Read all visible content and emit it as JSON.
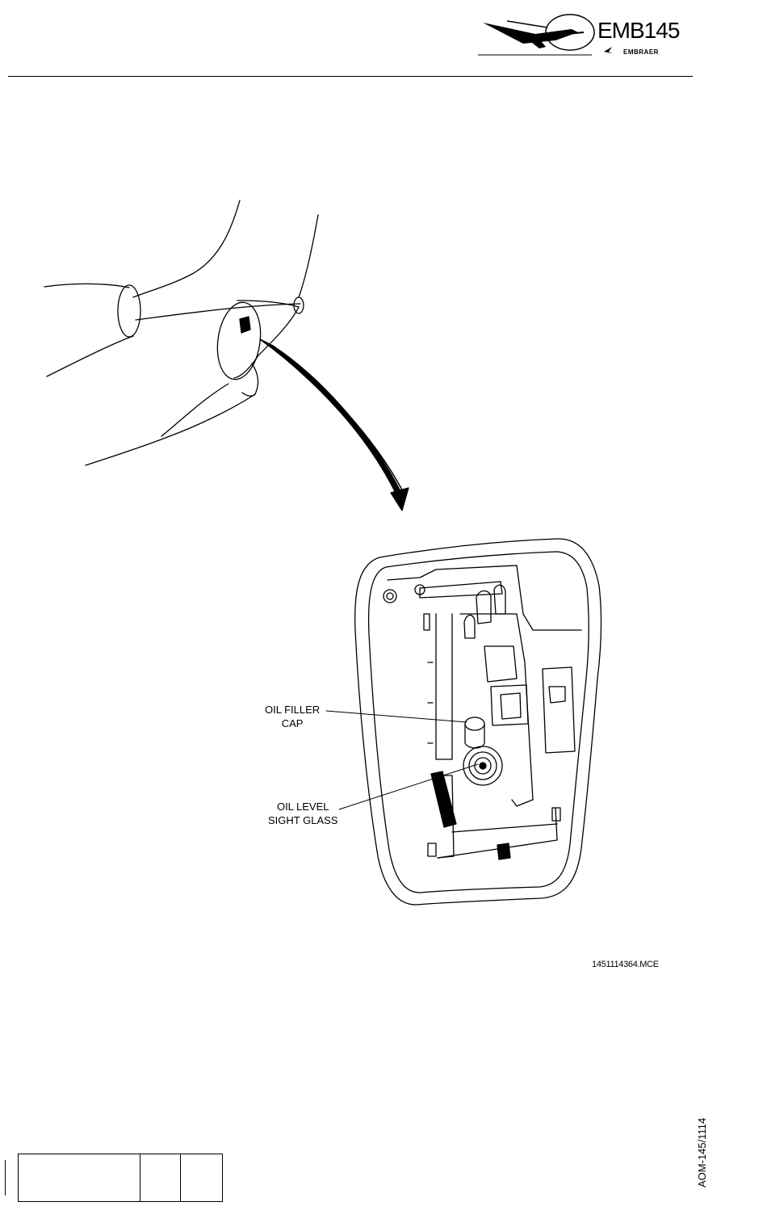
{
  "header": {
    "logo_model": "EMB145",
    "logo_brand": "EMBRAER"
  },
  "figure": {
    "callouts": [
      {
        "line1": "OIL  FILLER",
        "line2": "CAP"
      },
      {
        "line1": "OIL  LEVEL",
        "line2": "SIGHT  GLASS"
      }
    ],
    "figure_id": "1451114364.MCE"
  },
  "footer": {
    "doc_id": "AOM-145/1114"
  }
}
